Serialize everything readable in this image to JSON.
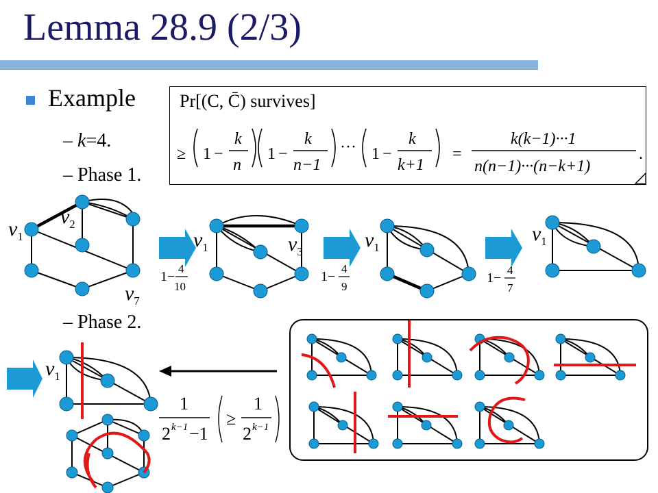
{
  "slide": {
    "title": "Lemma 28.9 (2/3)"
  },
  "content": {
    "bullet_label": "Example",
    "items": [
      {
        "dash": "–",
        "k_var": "k",
        "k_eq": "=4."
      },
      {
        "dash": "–",
        "text": "Phase 1."
      },
      {
        "dash": "–",
        "text": "Phase 2."
      }
    ]
  },
  "formula": {
    "line1": "Pr[(C, C̄) survives]",
    "line2_prefix": "≥",
    "term1_num": "k",
    "term1_den": "n",
    "term2_num": "k",
    "term2_den": "n−1",
    "term3_num": "k",
    "term3_den": "k+1",
    "ellipsis": "···",
    "eq": "=",
    "rhs_num": "k(k−1)···1",
    "rhs_den": "n(n−1)···(n−k+1)",
    "one": "1",
    "minus": "−",
    "period": "."
  },
  "labels": {
    "v": "v",
    "sub1": "1",
    "sub2": "2",
    "sub3": "3",
    "sub7": "7"
  },
  "step_factors": [
    {
      "one": "1",
      "minus": "−",
      "num": "4",
      "den": "10"
    },
    {
      "one": "1",
      "minus": "−",
      "num": "4",
      "den": "9"
    },
    {
      "one": "1",
      "minus": "−",
      "num": "4",
      "den": "7"
    }
  ],
  "phase2_prob": {
    "num": "1",
    "den_base": "2",
    "den_exp": "k−1",
    "den_suffix": "−1",
    "geq": "≥",
    "rhs_num": "1",
    "rhs_den_base": "2",
    "rhs_den_exp": "k−1"
  },
  "colors": {
    "title": "#1a1a66",
    "title_bar": "#86b3db",
    "bullet": "#3a86d0",
    "node": "#1c9ad6",
    "arrow": "#1c9ad6",
    "cut": "#e01818"
  }
}
